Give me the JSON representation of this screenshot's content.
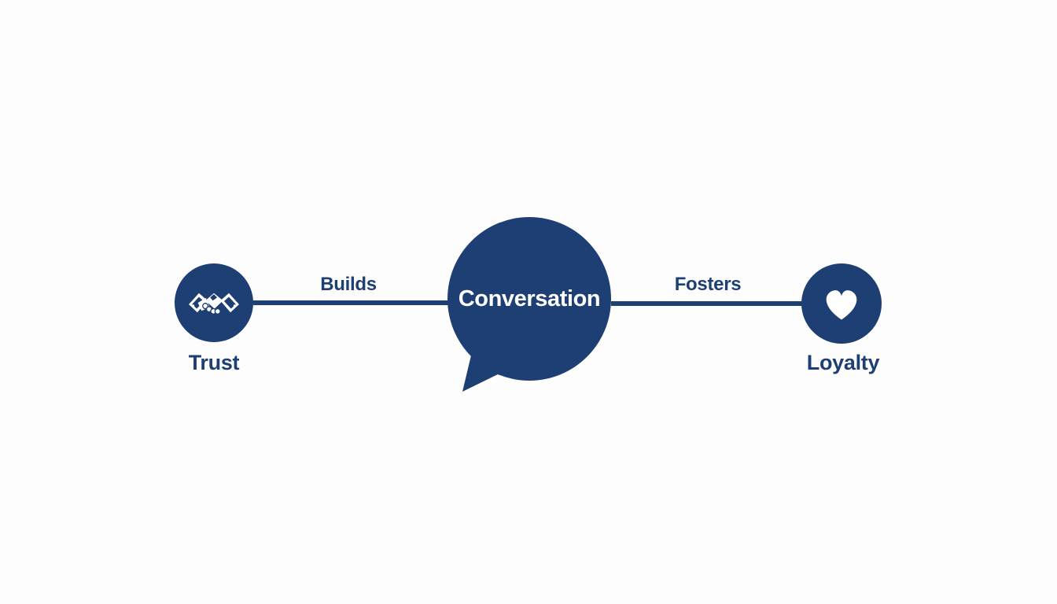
{
  "diagram": {
    "background": "#fdfdfe",
    "accent": "#1e3f74",
    "icon_color": "#ffffff",
    "center_node": {
      "label": "Conversation",
      "icon": "speech-bubble-icon"
    },
    "left_node": {
      "label": "Trust",
      "icon": "handshake-icon"
    },
    "right_node": {
      "label": "Loyalty",
      "icon": "heart-icon"
    },
    "left_edge": {
      "label": "Builds"
    },
    "right_edge": {
      "label": "Fosters"
    }
  }
}
